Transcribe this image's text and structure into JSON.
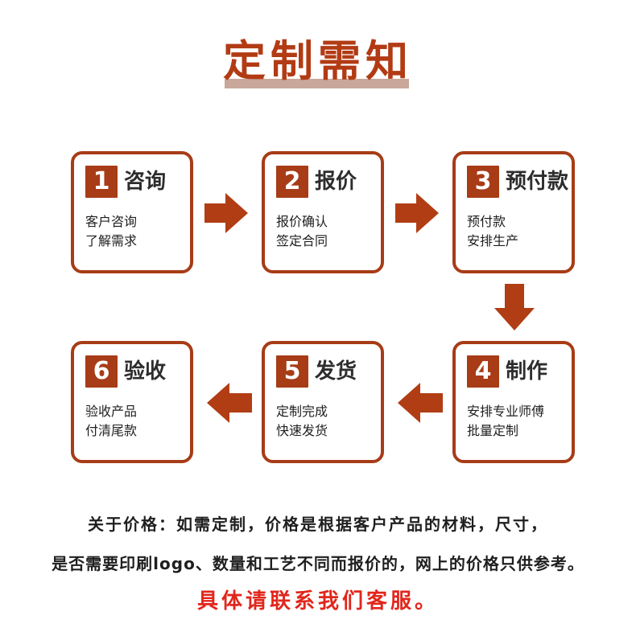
{
  "title": "定制需知",
  "colors": {
    "accent": "#a73c17",
    "arrow": "#b13d14",
    "title": "#b23b14",
    "title_underline": "#c9a79a",
    "emphasis": "#e1261c",
    "text": "#1f1f1f"
  },
  "steps": [
    {
      "number": "1",
      "title": "咨询",
      "lines": [
        "客户咨询",
        "了解需求"
      ]
    },
    {
      "number": "2",
      "title": "报价",
      "lines": [
        "报价确认",
        "签定合同"
      ]
    },
    {
      "number": "3",
      "title": "预付款",
      "lines": [
        "预付款",
        "安排生产"
      ]
    },
    {
      "number": "4",
      "title": "制作",
      "lines": [
        "安排专业师傅",
        "批量定制"
      ]
    },
    {
      "number": "5",
      "title": "发货",
      "lines": [
        "定制完成",
        "快速发货"
      ]
    },
    {
      "number": "6",
      "title": "验收",
      "lines": [
        "验收产品",
        "付清尾款"
      ]
    }
  ],
  "notes": {
    "line1": "关于价格：如需定制，价格是根据客户产品的材料，尺寸，",
    "line2": "是否需要印刷logo、数量和工艺不同而报价的，网上的价格只供参考。",
    "line3": "具体请联系我们客服。"
  }
}
